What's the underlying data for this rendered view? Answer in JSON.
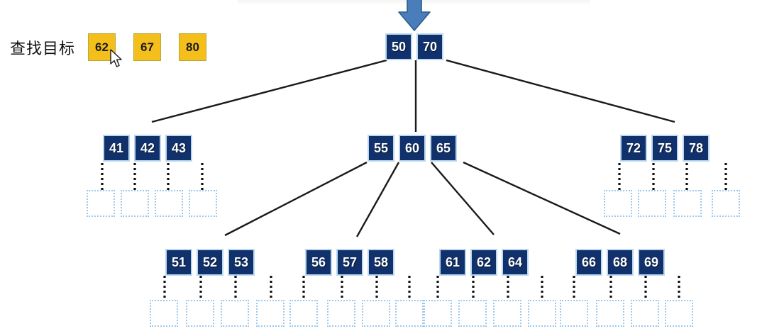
{
  "diagram": {
    "title": "B-tree search illustration",
    "colors": {
      "node_fill": "#10316b",
      "node_border": "#bcd8f0",
      "slot_border": "#9ec8ec",
      "target_fill": "#f5bf1b",
      "target_border": "#b7a83c",
      "connector": "#1a1a1a",
      "arrow_fill": "#4a7ebb",
      "arrow_border": "#2e5c8a"
    }
  },
  "search_target": {
    "label": "查找目标",
    "values": [
      "62",
      "67",
      "80"
    ]
  },
  "pointer_arrow": {
    "name": "down-arrow",
    "points_to": "root"
  },
  "tree": {
    "root": {
      "id": "root",
      "keys": [
        "50",
        "70"
      ]
    },
    "level2": [
      {
        "id": "node-41",
        "keys": [
          "41",
          "42",
          "43"
        ],
        "empty_slots": 4
      },
      {
        "id": "node-55",
        "keys": [
          "55",
          "60",
          "65"
        ],
        "empty_slots": 0
      },
      {
        "id": "node-72",
        "keys": [
          "72",
          "75",
          "78"
        ],
        "empty_slots": 4
      }
    ],
    "level3": [
      {
        "id": "leaf-51",
        "keys": [
          "51",
          "52",
          "53"
        ],
        "empty_slots": 4
      },
      {
        "id": "leaf-56",
        "keys": [
          "56",
          "57",
          "58"
        ],
        "empty_slots": 4
      },
      {
        "id": "leaf-61",
        "keys": [
          "61",
          "62",
          "64"
        ],
        "empty_slots": 4
      },
      {
        "id": "leaf-66",
        "keys": [
          "66",
          "68",
          "69"
        ],
        "empty_slots": 4
      }
    ]
  },
  "cursor": {
    "name": "mouse-pointer",
    "over": "target-62"
  }
}
